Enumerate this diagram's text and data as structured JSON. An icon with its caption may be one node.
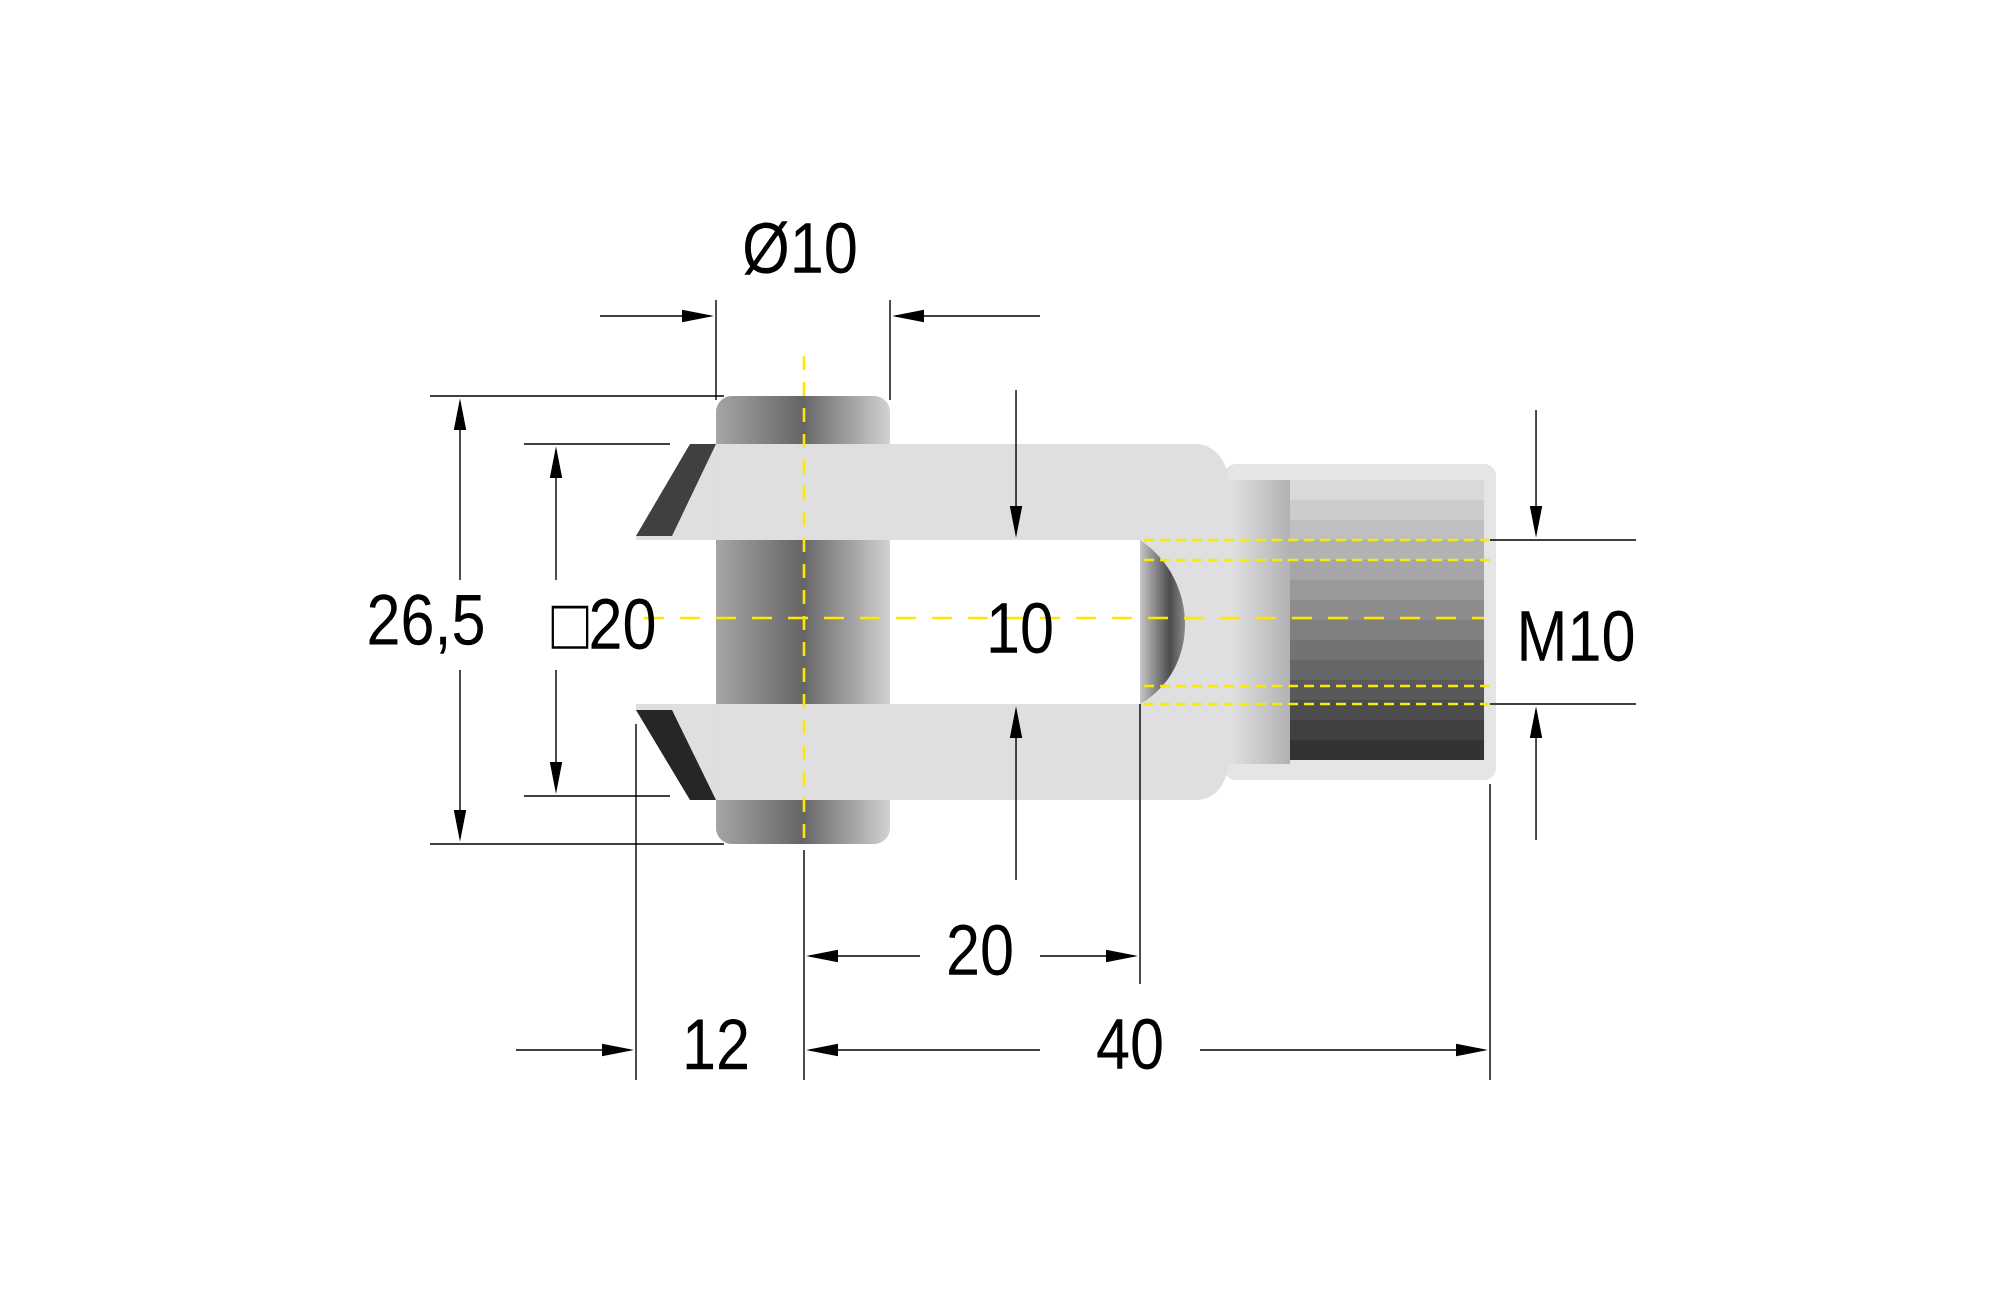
{
  "diagram": {
    "labels": [
      "Ø10",
      "26,5",
      "□20",
      "10",
      "M10",
      "20",
      "12",
      "40"
    ]
  }
}
